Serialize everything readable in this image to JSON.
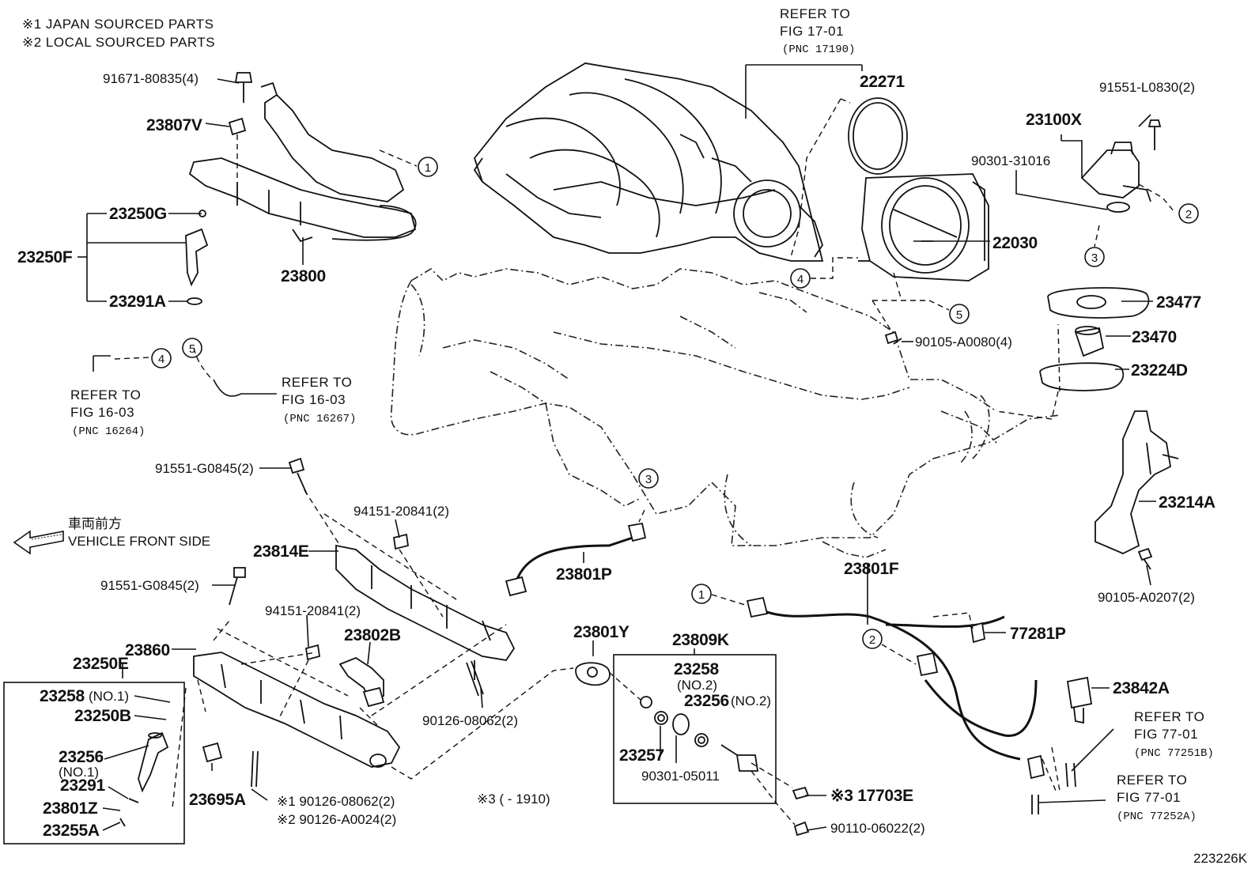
{
  "notes": {
    "note1": "※1 JAPAN SOURCED PARTS",
    "note2": "※2 LOCAL SOURCED PARTS",
    "note3": "※3 (        - 1910)"
  },
  "direction": {
    "jp": "車両前方",
    "en": "VEHICLE FRONT SIDE"
  },
  "figure_id": "223226K",
  "refs": {
    "r17": {
      "l1": "REFER TO",
      "l2": "FIG 17-01",
      "l3": "(PNC 17190)"
    },
    "r16a": {
      "l1": "REFER TO",
      "l2": "FIG 16-03",
      "l3": "(PNC 16264)"
    },
    "r16b": {
      "l1": "REFER TO",
      "l2": "FIG 16-03",
      "l3": "(PNC 16267)"
    },
    "r77a": {
      "l1": "REFER TO",
      "l2": "FIG 77-01",
      "l3": "(PNC 77251B)"
    },
    "r77b": {
      "l1": "REFER TO",
      "l2": "FIG 77-01",
      "l3": "(PNC 77252A)"
    }
  },
  "parts": {
    "p91671": "91671-80835(4)",
    "p23807V": "23807V",
    "p23250G": "23250G",
    "p23250F": "23250F",
    "p23291A": "23291A",
    "p23800": "23800",
    "p22271": "22271",
    "p22030": "22030",
    "p91551L": "91551-L0830(2)",
    "p23100X": "23100X",
    "p90301_31016": "90301-31016",
    "p23477": "23477",
    "p23470": "23470",
    "p23224D": "23224D",
    "p90105_A0080": "90105-A0080(4)",
    "p23214A": "23214A",
    "p90105_A0207": "90105-A0207(2)",
    "p91551G_a": "91551-G0845(2)",
    "p94151_a": "94151-20841(2)",
    "p23814E": "23814E",
    "p91551G_b": "91551-G0845(2)",
    "p23801P": "23801P",
    "p23801F": "23801F",
    "p94151_b": "94151-20841(2)",
    "p23802B": "23802B",
    "p23860": "23860",
    "p23250E": "23250E",
    "p23258_no1": "23258",
    "p23258_no1_tag": "(NO.1)",
    "p23250B": "23250B",
    "p23256_no1": "23256",
    "p23256_no1_tag": "(NO.1)",
    "p23291": "23291",
    "p23801Z": "23801Z",
    "p23255A": "23255A",
    "p23695A": "23695A",
    "p90126_08062_a": "90126-08062(2)",
    "p90126_08062_b": "※1 90126-08062(2)",
    "p90126_A0024": "※2 90126-A0024(2)",
    "p23801Y": "23801Y",
    "p23809K": "23809K",
    "p23258_no2": "23258",
    "p23258_no2_tag": "(NO.2)",
    "p23256_no2": "23256",
    "p23256_no2_tag": "(NO.2)",
    "p23257": "23257",
    "p90301_05011": "90301-05011",
    "p17703E": "※3 17703E",
    "p90110": "90110-06022(2)",
    "p77281P": "77281P",
    "p23842A": "23842A"
  },
  "callouts": {
    "c1a": "1",
    "c1b": "1",
    "c2a": "2",
    "c2b": "2",
    "c3a": "3",
    "c3b": "3",
    "c4a": "4",
    "c4b": "4",
    "c5a": "5",
    "c5b": "5"
  }
}
